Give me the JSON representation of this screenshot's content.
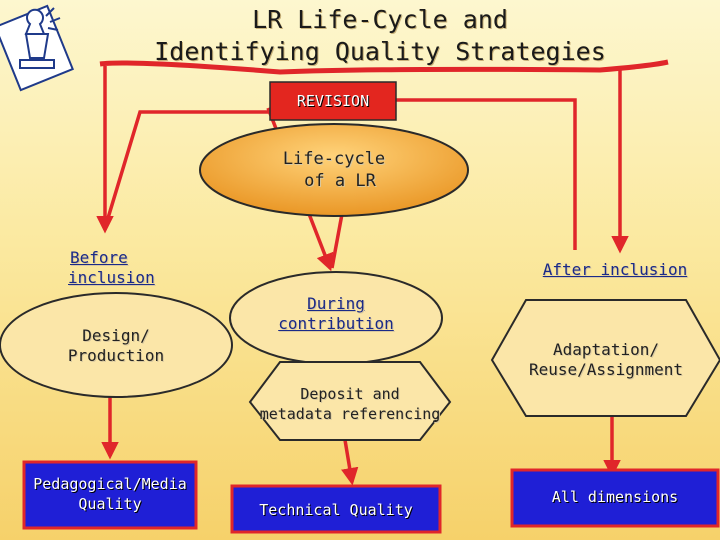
{
  "title": {
    "line1": "LR Life-Cycle and",
    "line2": "Identifying Quality Strategies"
  },
  "revision": "REVISION",
  "lifecycle": {
    "line1": "Life-cycle",
    "line2": "of a LR"
  },
  "phases": {
    "before": {
      "line1": "Before",
      "line2": "inclusion"
    },
    "during": {
      "line1": "During",
      "line2": "contribution"
    },
    "after": "After inclusion"
  },
  "activities": {
    "design": {
      "line1": "Design/",
      "line2": "Production"
    },
    "deposit": {
      "line1": "Deposit and",
      "line2": "metadata referencing"
    },
    "adaptation": {
      "line1": "Adaptation/",
      "line2": "Reuse/Assignment"
    }
  },
  "qualities": {
    "pedagogical": {
      "line1": "Pedagogical/Media",
      "line2": "Quality"
    },
    "technical": "Technical Quality",
    "all": "All dimensions"
  },
  "icons": {
    "logo": "chess-pawn-logo-icon"
  },
  "colors": {
    "arrow": "#e0262a",
    "revision_box": "#e3261f",
    "quality_box": "#1f1fd6",
    "ellipse": "#fbe6a8",
    "lifecycle_ellipse": "#f0a030",
    "outline": "#2a2a2a"
  }
}
